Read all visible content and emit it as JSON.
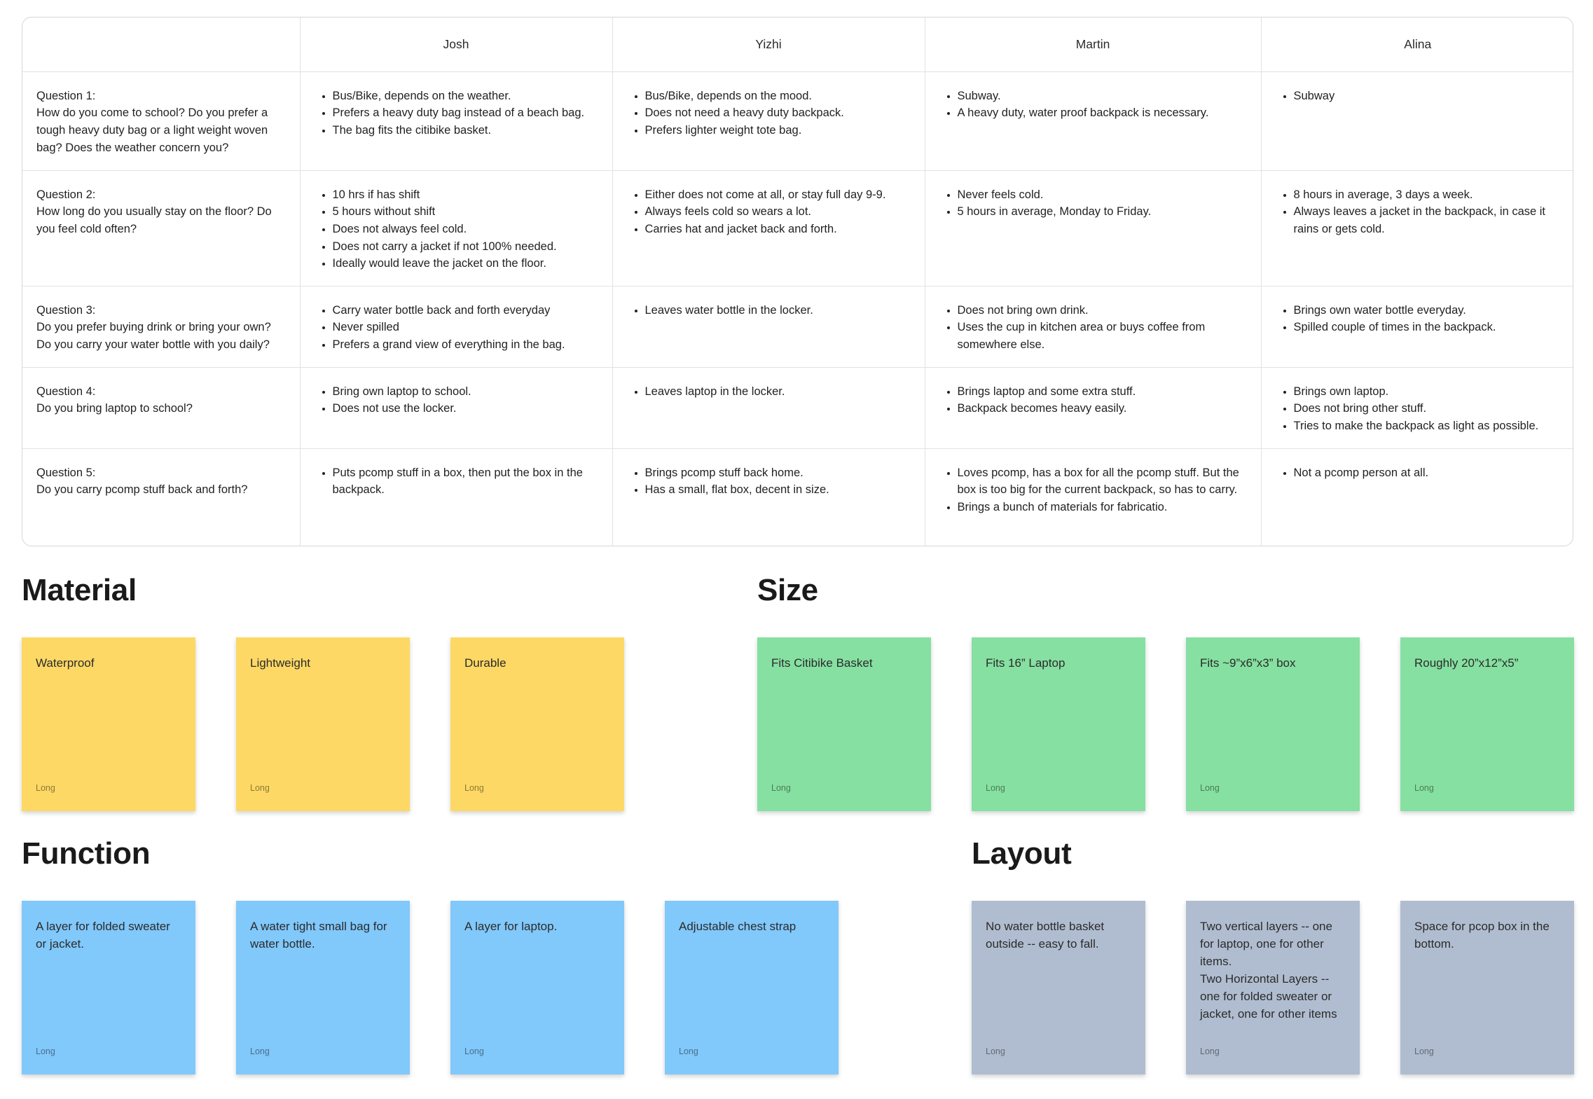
{
  "table": {
    "headers": [
      "",
      "Josh",
      "Yizhi",
      "Martin",
      "Alina"
    ],
    "rows": [
      {
        "question": "Question 1:\nHow do you come to school? Do you prefer a tough heavy duty bag or a light weight woven bag? Does the weather concern you?",
        "answers": [
          [
            "Bus/Bike, depends on the weather.",
            "Prefers a heavy duty bag instead of a beach bag.",
            "The bag fits the citibike basket."
          ],
          [
            "Bus/Bike, depends on the mood.",
            "Does not need a heavy duty backpack.",
            "Prefers lighter weight tote bag."
          ],
          [
            "Subway.",
            "A heavy duty, water proof backpack is necessary."
          ],
          [
            "Subway"
          ]
        ]
      },
      {
        "question": "Question 2:\nHow long do you usually stay on the floor? Do you feel cold often?",
        "answers": [
          [
            "10 hrs if has shift",
            "5 hours without shift",
            "Does not always feel cold.",
            "Does not carry a jacket if not 100% needed.",
            "Ideally would leave the jacket on the floor."
          ],
          [
            "Either does not come at all, or stay full day 9-9.",
            "Always feels cold so wears a lot.",
            "Carries hat and jacket back and forth."
          ],
          [
            "Never feels cold.",
            "5 hours in average, Monday to Friday."
          ],
          [
            "8 hours in average, 3 days a week.",
            "Always leaves a  jacket in the backpack, in case it rains or gets cold."
          ]
        ]
      },
      {
        "question": "Question 3:\nDo you prefer buying drink or bring your own? Do you carry your water bottle with you daily?",
        "answers": [
          [
            "Carry water bottle back and forth everyday",
            "Never spilled",
            "Prefers a grand view of everything in the bag."
          ],
          [
            "Leaves water bottle in the locker."
          ],
          [
            "Does not bring own drink.",
            "Uses the cup in kitchen area or buys coffee from somewhere else."
          ],
          [
            "Brings own water bottle everyday.",
            "Spilled couple of times in the backpack."
          ]
        ]
      },
      {
        "question": "Question 4:\nDo you bring laptop to school?",
        "answers": [
          [
            "Bring own laptop to school.",
            "Does not use the locker."
          ],
          [
            "Leaves laptop in the locker."
          ],
          [
            "Brings laptop and some extra stuff.",
            "Backpack becomes heavy easily."
          ],
          [
            "Brings own laptop.",
            "Does not bring other stuff.",
            "Tries to make the backpack as light as possible."
          ]
        ]
      },
      {
        "question": "Question 5:\nDo you carry pcomp stuff back and forth?",
        "answers": [
          [
            "Puts pcomp stuff in a box, then put the box in the backpack."
          ],
          [
            "Brings pcomp stuff back home.",
            "Has a small, flat box, decent in size."
          ],
          [
            "Loves pcomp, has a box for all the pcomp stuff. But the box is too big for the current backpack, so has to carry.",
            "Brings a bunch of materials for fabricatio."
          ],
          [
            "Not a pcomp person at all."
          ]
        ]
      }
    ]
  },
  "sections": {
    "material": {
      "title": "Material",
      "color": "#fdd865",
      "notes": [
        {
          "text": "Waterproof",
          "tag": "Long"
        },
        {
          "text": "Lightweight",
          "tag": "Long"
        },
        {
          "text": "Durable",
          "tag": "Long"
        }
      ]
    },
    "size": {
      "title": "Size",
      "color": "#86e0a1",
      "notes": [
        {
          "text": "Fits Citibike Basket",
          "tag": "Long"
        },
        {
          "text": "Fits 16” Laptop",
          "tag": "Long"
        },
        {
          "text": "Fits ~9”x6”x3” box",
          "tag": "Long"
        },
        {
          "text": "Roughly 20”x12”x5”",
          "tag": "Long"
        }
      ]
    },
    "function": {
      "title": "Function",
      "color": "#81c8fb",
      "notes": [
        {
          "text": "A layer for folded sweater or jacket.",
          "tag": "Long"
        },
        {
          "text": "A water tight small bag for water bottle.",
          "tag": "Long"
        },
        {
          "text": "A layer for laptop.",
          "tag": "Long"
        },
        {
          "text": "Adjustable chest strap",
          "tag": "Long"
        }
      ]
    },
    "layout": {
      "title": "Layout",
      "color": "#b0bdd0",
      "notes": [
        {
          "text": "No water bottle basket outside -- easy to fall.",
          "tag": "Long"
        },
        {
          "text": "Two vertical layers -- one for laptop, one for other items.\nTwo Horizontal Layers -- one for folded sweater or jacket, one for other items",
          "tag": "Long"
        },
        {
          "text": "Space for pcop box in the bottom.",
          "tag": "Long"
        }
      ]
    }
  }
}
